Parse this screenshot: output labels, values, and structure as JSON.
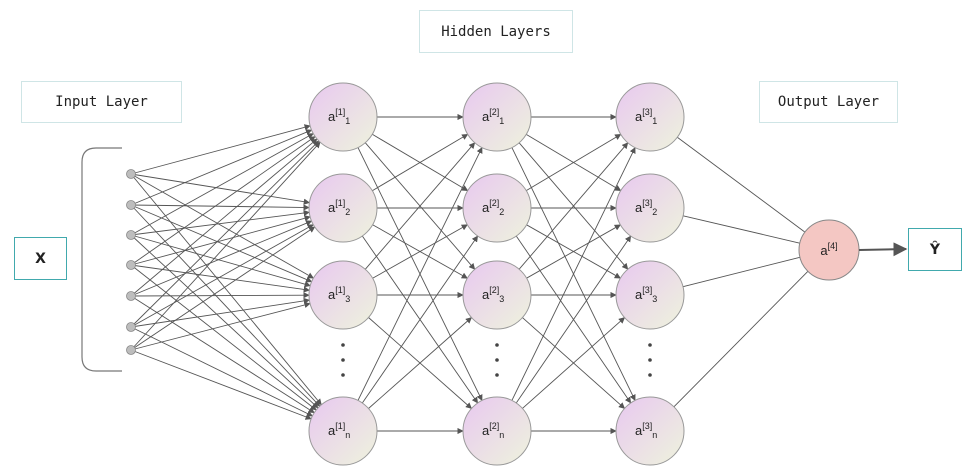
{
  "labels": {
    "hidden_layers": "Hidden Layers",
    "input_layer": "Input Layer",
    "output_layer": "Output Layer",
    "x": "X",
    "y_hat": "Ŷ"
  },
  "nodes": {
    "layer1": [
      {
        "base": "a",
        "sup": "[1]",
        "sub": "1"
      },
      {
        "base": "a",
        "sup": "[1]",
        "sub": "2"
      },
      {
        "base": "a",
        "sup": "[1]",
        "sub": "3"
      },
      {
        "base": "a",
        "sup": "[1]",
        "sub": "n"
      }
    ],
    "layer2": [
      {
        "base": "a",
        "sup": "[2]",
        "sub": "1"
      },
      {
        "base": "a",
        "sup": "[2]",
        "sub": "2"
      },
      {
        "base": "a",
        "sup": "[2]",
        "sub": "3"
      },
      {
        "base": "a",
        "sup": "[2]",
        "sub": "n"
      }
    ],
    "layer3": [
      {
        "base": "a",
        "sup": "[3]",
        "sub": "1"
      },
      {
        "base": "a",
        "sup": "[3]",
        "sub": "2"
      },
      {
        "base": "a",
        "sup": "[3]",
        "sub": "3"
      },
      {
        "base": "a",
        "sup": "[3]",
        "sub": "n"
      }
    ],
    "output": {
      "base": "a",
      "sup": "[4]"
    }
  },
  "colors": {
    "hidden_node_top": "#e8c8f0",
    "hidden_node_bottom": "#eef3dd",
    "output_node": "#f4c7c3",
    "edge": "#555555",
    "teal_border": "#41a9ad",
    "light_border": "#cfe5e6"
  }
}
